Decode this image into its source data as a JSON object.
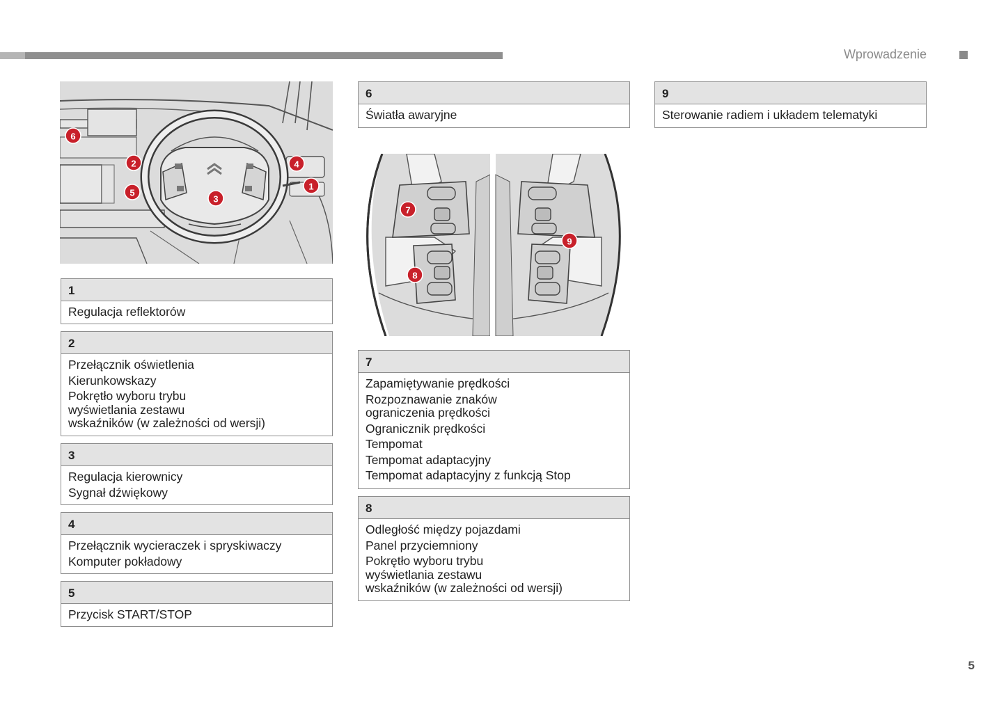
{
  "header": {
    "section_title": "Wprowadzenie",
    "page_number": "5"
  },
  "markers": {
    "m1": "1",
    "m2": "2",
    "m3": "3",
    "m4": "4",
    "m5": "5",
    "m6": "6",
    "m7": "7",
    "m8": "8",
    "m9": "9"
  },
  "boxes": {
    "b1": {
      "num": "1",
      "lines": [
        "Regulacja reflektorów"
      ]
    },
    "b2": {
      "num": "2",
      "lines": [
        "Przełącznik oświetlenia",
        "Kierunkowskazy",
        "Pokrętło wyboru trybu\nwyświetlania zestawu\nwskaźników (w zależności od wersji)"
      ]
    },
    "b3": {
      "num": "3",
      "lines": [
        "Regulacja kierownicy",
        "Sygnał dźwiękowy"
      ]
    },
    "b4": {
      "num": "4",
      "lines": [
        "Przełącznik wycieraczek i spryskiwaczy",
        "Komputer pokładowy"
      ]
    },
    "b5": {
      "num": "5",
      "lines": [
        "Przycisk START/STOP"
      ]
    },
    "b6": {
      "num": "6",
      "lines": [
        "Światła awaryjne"
      ]
    },
    "b7": {
      "num": "7",
      "lines": [
        "Zapamiętywanie prędkości",
        "Rozpoznawanie znaków\nograniczenia prędkości",
        "Ogranicznik prędkości",
        "Tempomat",
        "Tempomat adaptacyjny",
        "Tempomat adaptacyjny z funkcją Stop"
      ]
    },
    "b8": {
      "num": "8",
      "lines": [
        "Odległość między pojazdami",
        "Panel przyciemniony",
        "Pokrętło wyboru trybu\nwyświetlania zestawu\nwskaźników (w zależności od wersji)"
      ]
    },
    "b9": {
      "num": "9",
      "lines": [
        "Sterowanie radiem i układem telematyki"
      ]
    }
  },
  "colors": {
    "marker_red": "#c8202a",
    "header_gray": "#8a8a8a",
    "box_head_fill": "#e3e3e3",
    "illustration_fill": "#dcdcdc"
  },
  "icons": [
    "citroen-logo-icon",
    "section-square-icon"
  ]
}
